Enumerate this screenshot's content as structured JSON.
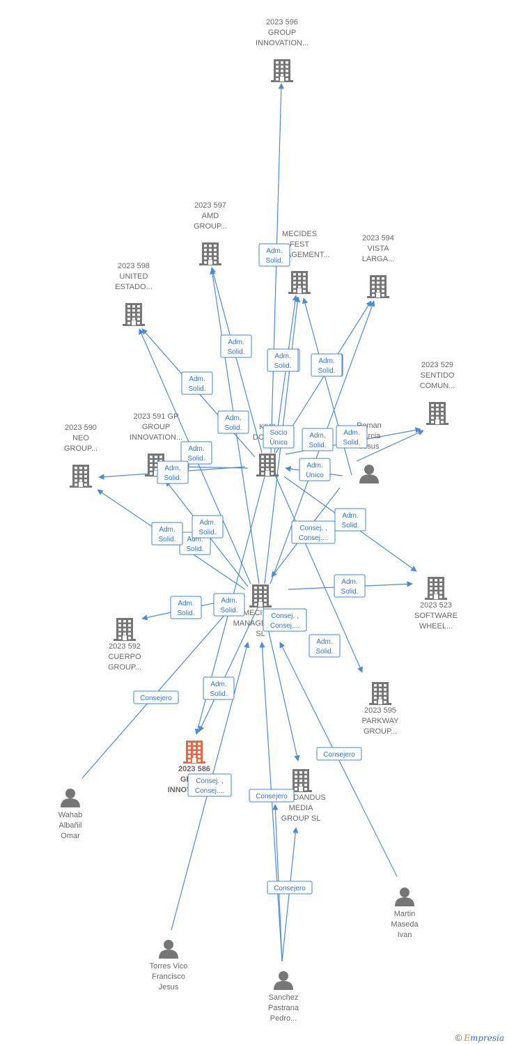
{
  "colors": {
    "edge": "#4a8ad8",
    "node": "#767676",
    "highlight": "#f0663c",
    "labelText": "#2f74c8"
  },
  "nodes": [
    {
      "id": "n596",
      "kind": "company",
      "lines": [
        "2023 596",
        "GROUP",
        "INNOVATION..."
      ]
    },
    {
      "id": "n597",
      "kind": "company",
      "lines": [
        "2023 597",
        "AMD",
        "GROUP..."
      ]
    },
    {
      "id": "nmecfest",
      "kind": "company",
      "lines": [
        "MECIDES",
        "FEST",
        "MANAGEMENT..."
      ]
    },
    {
      "id": "n594",
      "kind": "company",
      "lines": [
        "2023 594",
        "VISTA",
        "LARGA..."
      ]
    },
    {
      "id": "n598",
      "kind": "company",
      "lines": [
        "2023 598",
        "UNITED",
        "ESTADO..."
      ]
    },
    {
      "id": "n529",
      "kind": "company",
      "lines": [
        "2023 529",
        "SENTIDO",
        "COMUN..."
      ]
    },
    {
      "id": "n591",
      "kind": "company",
      "lines": [
        "2023 591 GP",
        "GROUP",
        "INNOVATION..."
      ]
    },
    {
      "id": "n590",
      "kind": "company",
      "lines": [
        "2023 590",
        "NEO",
        "GROUP..."
      ]
    },
    {
      "id": "nkiwi",
      "kind": "company",
      "lines": [
        "KIWI",
        "DODO..."
      ]
    },
    {
      "id": "proman",
      "kind": "person",
      "lines": [
        "Roman",
        "Garcia",
        "Jesus"
      ]
    },
    {
      "id": "n523",
      "kind": "company",
      "lines": [
        "2023 523",
        "SOFTWARE",
        "WHEEL..."
      ]
    },
    {
      "id": "nmecman",
      "kind": "company",
      "lines": [
        "MECIDES",
        "MANAGEMENT",
        "SL"
      ]
    },
    {
      "id": "n592",
      "kind": "company",
      "lines": [
        "2023 592",
        "CUERPO",
        "GROUP..."
      ]
    },
    {
      "id": "n595",
      "kind": "company",
      "lines": [
        "2023 595",
        "PARKWAY",
        "GROUP..."
      ]
    },
    {
      "id": "n586",
      "kind": "company-main",
      "lines": [
        "2023 586",
        "GROUP",
        "INNOVATION..."
      ]
    },
    {
      "id": "nmund",
      "kind": "company",
      "lines": [
        "MUNDANDUS",
        "MEDIA",
        "GROUP  SL"
      ]
    },
    {
      "id": "pwahab",
      "kind": "person",
      "lines": [
        "Wahab",
        "Albañil",
        "Omar"
      ]
    },
    {
      "id": "pmartin",
      "kind": "person",
      "lines": [
        "Martin",
        "Maseda",
        "Ivan"
      ]
    },
    {
      "id": "ptorres",
      "kind": "person",
      "lines": [
        "Torres Vico",
        "Francisco",
        "Jesus"
      ]
    },
    {
      "id": "psanchez",
      "kind": "person",
      "lines": [
        "Sanchez",
        "Pastrana",
        "Pedro..."
      ]
    }
  ],
  "edges": [
    {
      "from": "nkiwi",
      "to": "n596",
      "label": [
        "Adm.",
        "Solid."
      ]
    },
    {
      "from": "nkiwi",
      "to": "nmecfest",
      "label": [
        "Adm.",
        "Solid."
      ]
    },
    {
      "from": "nkiwi",
      "to": "n594",
      "label": [
        "Socio",
        "Único"
      ]
    },
    {
      "from": "nkiwi",
      "to": "n597",
      "label": [
        "Adm.",
        "Solid."
      ]
    },
    {
      "from": "nkiwi",
      "to": "n598",
      "label": [
        "Adm.",
        "Solid."
      ]
    },
    {
      "from": "nkiwi",
      "to": "n591",
      "label": [
        "Adm.",
        "Solid."
      ]
    },
    {
      "from": "nkiwi",
      "to": "n590",
      "label": [
        "Adm.",
        "Solid."
      ]
    },
    {
      "from": "nkiwi",
      "to": "n529",
      "label": [
        "Adm.",
        "Solid."
      ]
    },
    {
      "from": "nkiwi",
      "to": "n523",
      "label": [
        "Adm.",
        "Solid."
      ]
    },
    {
      "from": "nkiwi",
      "to": "n595",
      "label": [
        "Adm.",
        "Solid."
      ]
    },
    {
      "from": "nkiwi",
      "to": "n586",
      "label": [
        "Adm.",
        "Solid."
      ]
    },
    {
      "from": "nmecman",
      "to": "n597",
      "label": [
        "Adm.",
        "Solid."
      ]
    },
    {
      "from": "nmecman",
      "to": "nmecfest",
      "label": [
        "Adm.",
        "Solid."
      ]
    },
    {
      "from": "nmecman",
      "to": "n594",
      "label": [
        "Adm.",
        "Solid."
      ]
    },
    {
      "from": "nmecman",
      "to": "n598",
      "label": [
        "Adm.",
        "Solid."
      ]
    },
    {
      "from": "nmecman",
      "to": "n591",
      "label": [
        "Adm.",
        "Solid."
      ]
    },
    {
      "from": "nmecman",
      "to": "n590",
      "label": [
        "Adm.",
        "Solid."
      ]
    },
    {
      "from": "nmecman",
      "to": "n592",
      "label": [
        "Adm.",
        "Solid."
      ]
    },
    {
      "from": "nmecman",
      "to": "n523",
      "label": [
        "Adm.",
        "Solid."
      ]
    },
    {
      "from": "nmecman",
      "to": "n586",
      "label": [
        "Adm.",
        "Solid."
      ]
    },
    {
      "from": "nmecman",
      "to": "nmund",
      "label": [
        "Adm.",
        "Solid."
      ]
    },
    {
      "from": "proman",
      "to": "nkiwi",
      "label": [
        "Adm.",
        "Unico"
      ]
    },
    {
      "from": "proman",
      "to": "nmecman",
      "label": [
        "Consej. ,",
        "Consej...."
      ]
    },
    {
      "from": "proman",
      "to": "nmecfest",
      "label": [
        "Adm.",
        "Solid."
      ]
    },
    {
      "from": "proman",
      "to": "n529",
      "label": [
        "Adm.",
        "Solid."
      ]
    },
    {
      "from": "pwahab",
      "to": "nmecman",
      "label": [
        "Consejero"
      ]
    },
    {
      "from": "pmartin",
      "to": "nmecman",
      "label": [
        "Consejero"
      ]
    },
    {
      "from": "ptorres",
      "to": "nmecman",
      "label": [
        "Consej. ,",
        "Consej...."
      ]
    },
    {
      "from": "psanchez",
      "to": "nmecman",
      "label": [
        "Consej. ,",
        "Consej...."
      ]
    },
    {
      "from": "psanchez",
      "to": "nmund",
      "label": [
        "Consejero"
      ]
    },
    {
      "from": "psanchez",
      "to": "n586",
      "label": [
        "Consejero"
      ]
    }
  ],
  "credit": {
    "symbol": "©",
    "brand_initial": "E",
    "brand_rest": "mpresia"
  }
}
